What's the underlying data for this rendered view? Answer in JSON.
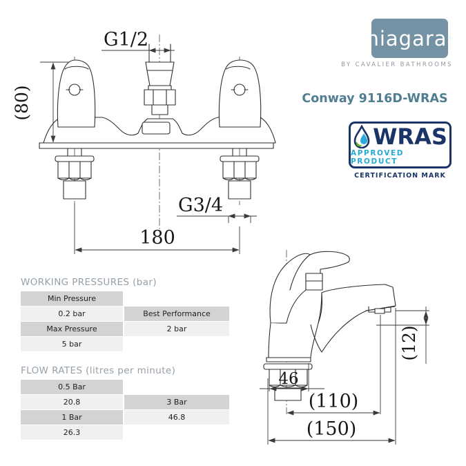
{
  "brand": {
    "logo_text": "niagara",
    "logo_reg": "®",
    "byline": "BY CAVALIER BATHROOMS",
    "product_title": "Conway 9116D-WRAS",
    "logo_bg_color": "#7492a3",
    "title_color": "#4f7d92"
  },
  "wras": {
    "name": "WRAS",
    "subtitle": "APPROVED PRODUCT",
    "caption": "CERTIFICATION MARK",
    "navy_color": "#1a3467",
    "cyan_color": "#25a9d6",
    "green_color": "#6ab42f",
    "drop_blue": "#2da8dd",
    "drop_icon": "water-drop"
  },
  "front_view": {
    "thread_top": "G1/2",
    "height": "(80)",
    "thread_bottom": "G3/4",
    "hole_centres": "180"
  },
  "side_view": {
    "spout_outlet": "(12)",
    "base_depth": "46",
    "spout_reach": "(110)",
    "overall_depth": "(150)"
  },
  "tables": {
    "working_pressures": {
      "title": "WORKING PRESSURES (bar)",
      "cells": {
        "r0l": "Min Pressure",
        "r1l": "0.2 bar",
        "r1r": "Best Performance",
        "r2l": "Max Pressure",
        "r2r": "2 bar",
        "r3l": "5 bar"
      }
    },
    "flow_rates": {
      "title": "FLOW RATES (litres per minute)",
      "cells": {
        "r0l": "0.5 Bar",
        "r1l": "20.8",
        "r1r": "3 Bar",
        "r2l": "1 Bar",
        "r2r": "46.8",
        "r3l": "26.3"
      }
    }
  }
}
